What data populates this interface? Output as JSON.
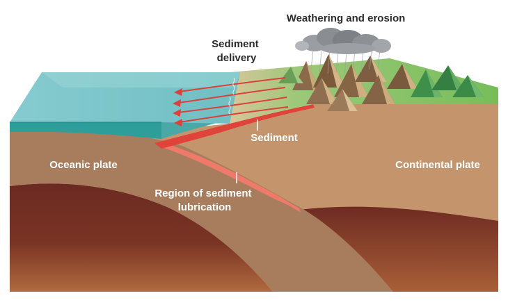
{
  "labels": {
    "weathering": "Weathering and erosion",
    "sediment_delivery_line1": "Sediment",
    "sediment_delivery_line2": "delivery",
    "sediment": "Sediment",
    "oceanic_plate": "Oceanic plate",
    "continental_plate": "Continental plate",
    "lubrication_line1": "Region of sediment",
    "lubrication_line2": "lubrication"
  },
  "colors": {
    "ocean_top": "#7cc4c8",
    "ocean_front": "#2e9e9b",
    "ocean_side": "#5fb1b4",
    "continental_crust": "#c4956c",
    "oceanic_crust": "#a87d5d",
    "mantle_dark": "#6b2a22",
    "mantle_light": "#b06a3e",
    "sediment_red": "#e0433a",
    "lubrication_pink": "#f07a6a",
    "land_green": "#7bbf5b",
    "arrow_red": "#d9413a",
    "cloud_gray": "#8d9094"
  }
}
